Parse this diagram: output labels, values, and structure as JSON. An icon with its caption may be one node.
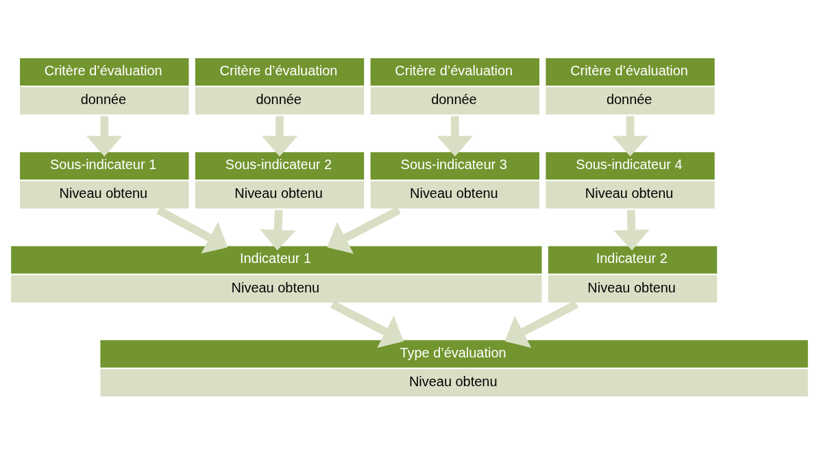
{
  "diagram": {
    "nodes": [
      {
        "text": [
          "Critère d’évaluation",
          "donnée"
        ]
      },
      {
        "text": [
          "Critère d’évaluation",
          "donnée"
        ]
      },
      {
        "text": [
          "Critère d’évaluation",
          "donnée"
        ]
      },
      {
        "text": [
          "Critère d’évaluation",
          "donnée"
        ]
      },
      {
        "text": [
          "Sous-indicateur 1",
          "Niveau obtenu"
        ]
      },
      {
        "text": [
          "Sous-indicateur 2",
          "Niveau obtenu"
        ]
      },
      {
        "text": [
          "Sous-indicateur 3",
          "Niveau obtenu"
        ]
      },
      {
        "text": [
          "Sous-indicateur 4",
          "Niveau obtenu"
        ]
      },
      {
        "text": [
          "Indicateur 1",
          "Niveau obtenu"
        ]
      },
      {
        "text": [
          "Indicateur 2",
          "Niveau obtenu"
        ]
      },
      {
        "text": [
          "Type d’évaluation",
          "Niveau obtenu"
        ]
      }
    ],
    "edges": [
      {
        "from": 0,
        "to": 4,
        "arrow": "to"
      },
      {
        "from": 1,
        "to": 5,
        "arrow": "to"
      },
      {
        "from": 2,
        "to": 6,
        "arrow": "to"
      },
      {
        "from": 3,
        "to": 7,
        "arrow": "to"
      },
      {
        "from": 4,
        "to": 8,
        "arrow": "to"
      },
      {
        "from": 5,
        "to": 8,
        "arrow": "to"
      },
      {
        "from": 6,
        "to": 8,
        "arrow": "to"
      },
      {
        "from": 7,
        "to": 9,
        "arrow": "to"
      },
      {
        "from": 8,
        "to": 10,
        "arrow": "to"
      },
      {
        "from": 9,
        "to": 10,
        "arrow": "to"
      }
    ]
  }
}
